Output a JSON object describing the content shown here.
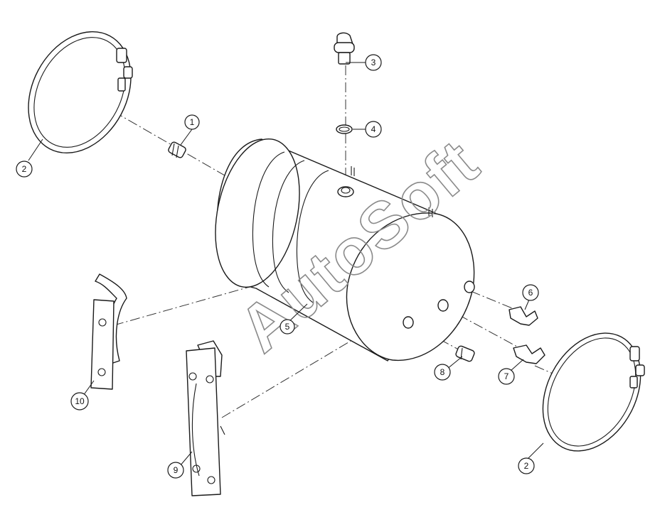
{
  "watermark": "AutoSoft",
  "callouts": [
    {
      "id": "callout-1",
      "label": "1"
    },
    {
      "id": "callout-2a",
      "label": "2"
    },
    {
      "id": "callout-2b",
      "label": "2"
    },
    {
      "id": "callout-3",
      "label": "3"
    },
    {
      "id": "callout-4",
      "label": "4"
    },
    {
      "id": "callout-5",
      "label": "5"
    },
    {
      "id": "callout-6",
      "label": "6"
    },
    {
      "id": "callout-7",
      "label": "7"
    },
    {
      "id": "callout-8",
      "label": "8"
    },
    {
      "id": "callout-9",
      "label": "9"
    },
    {
      "id": "callout-10",
      "label": "10"
    }
  ]
}
